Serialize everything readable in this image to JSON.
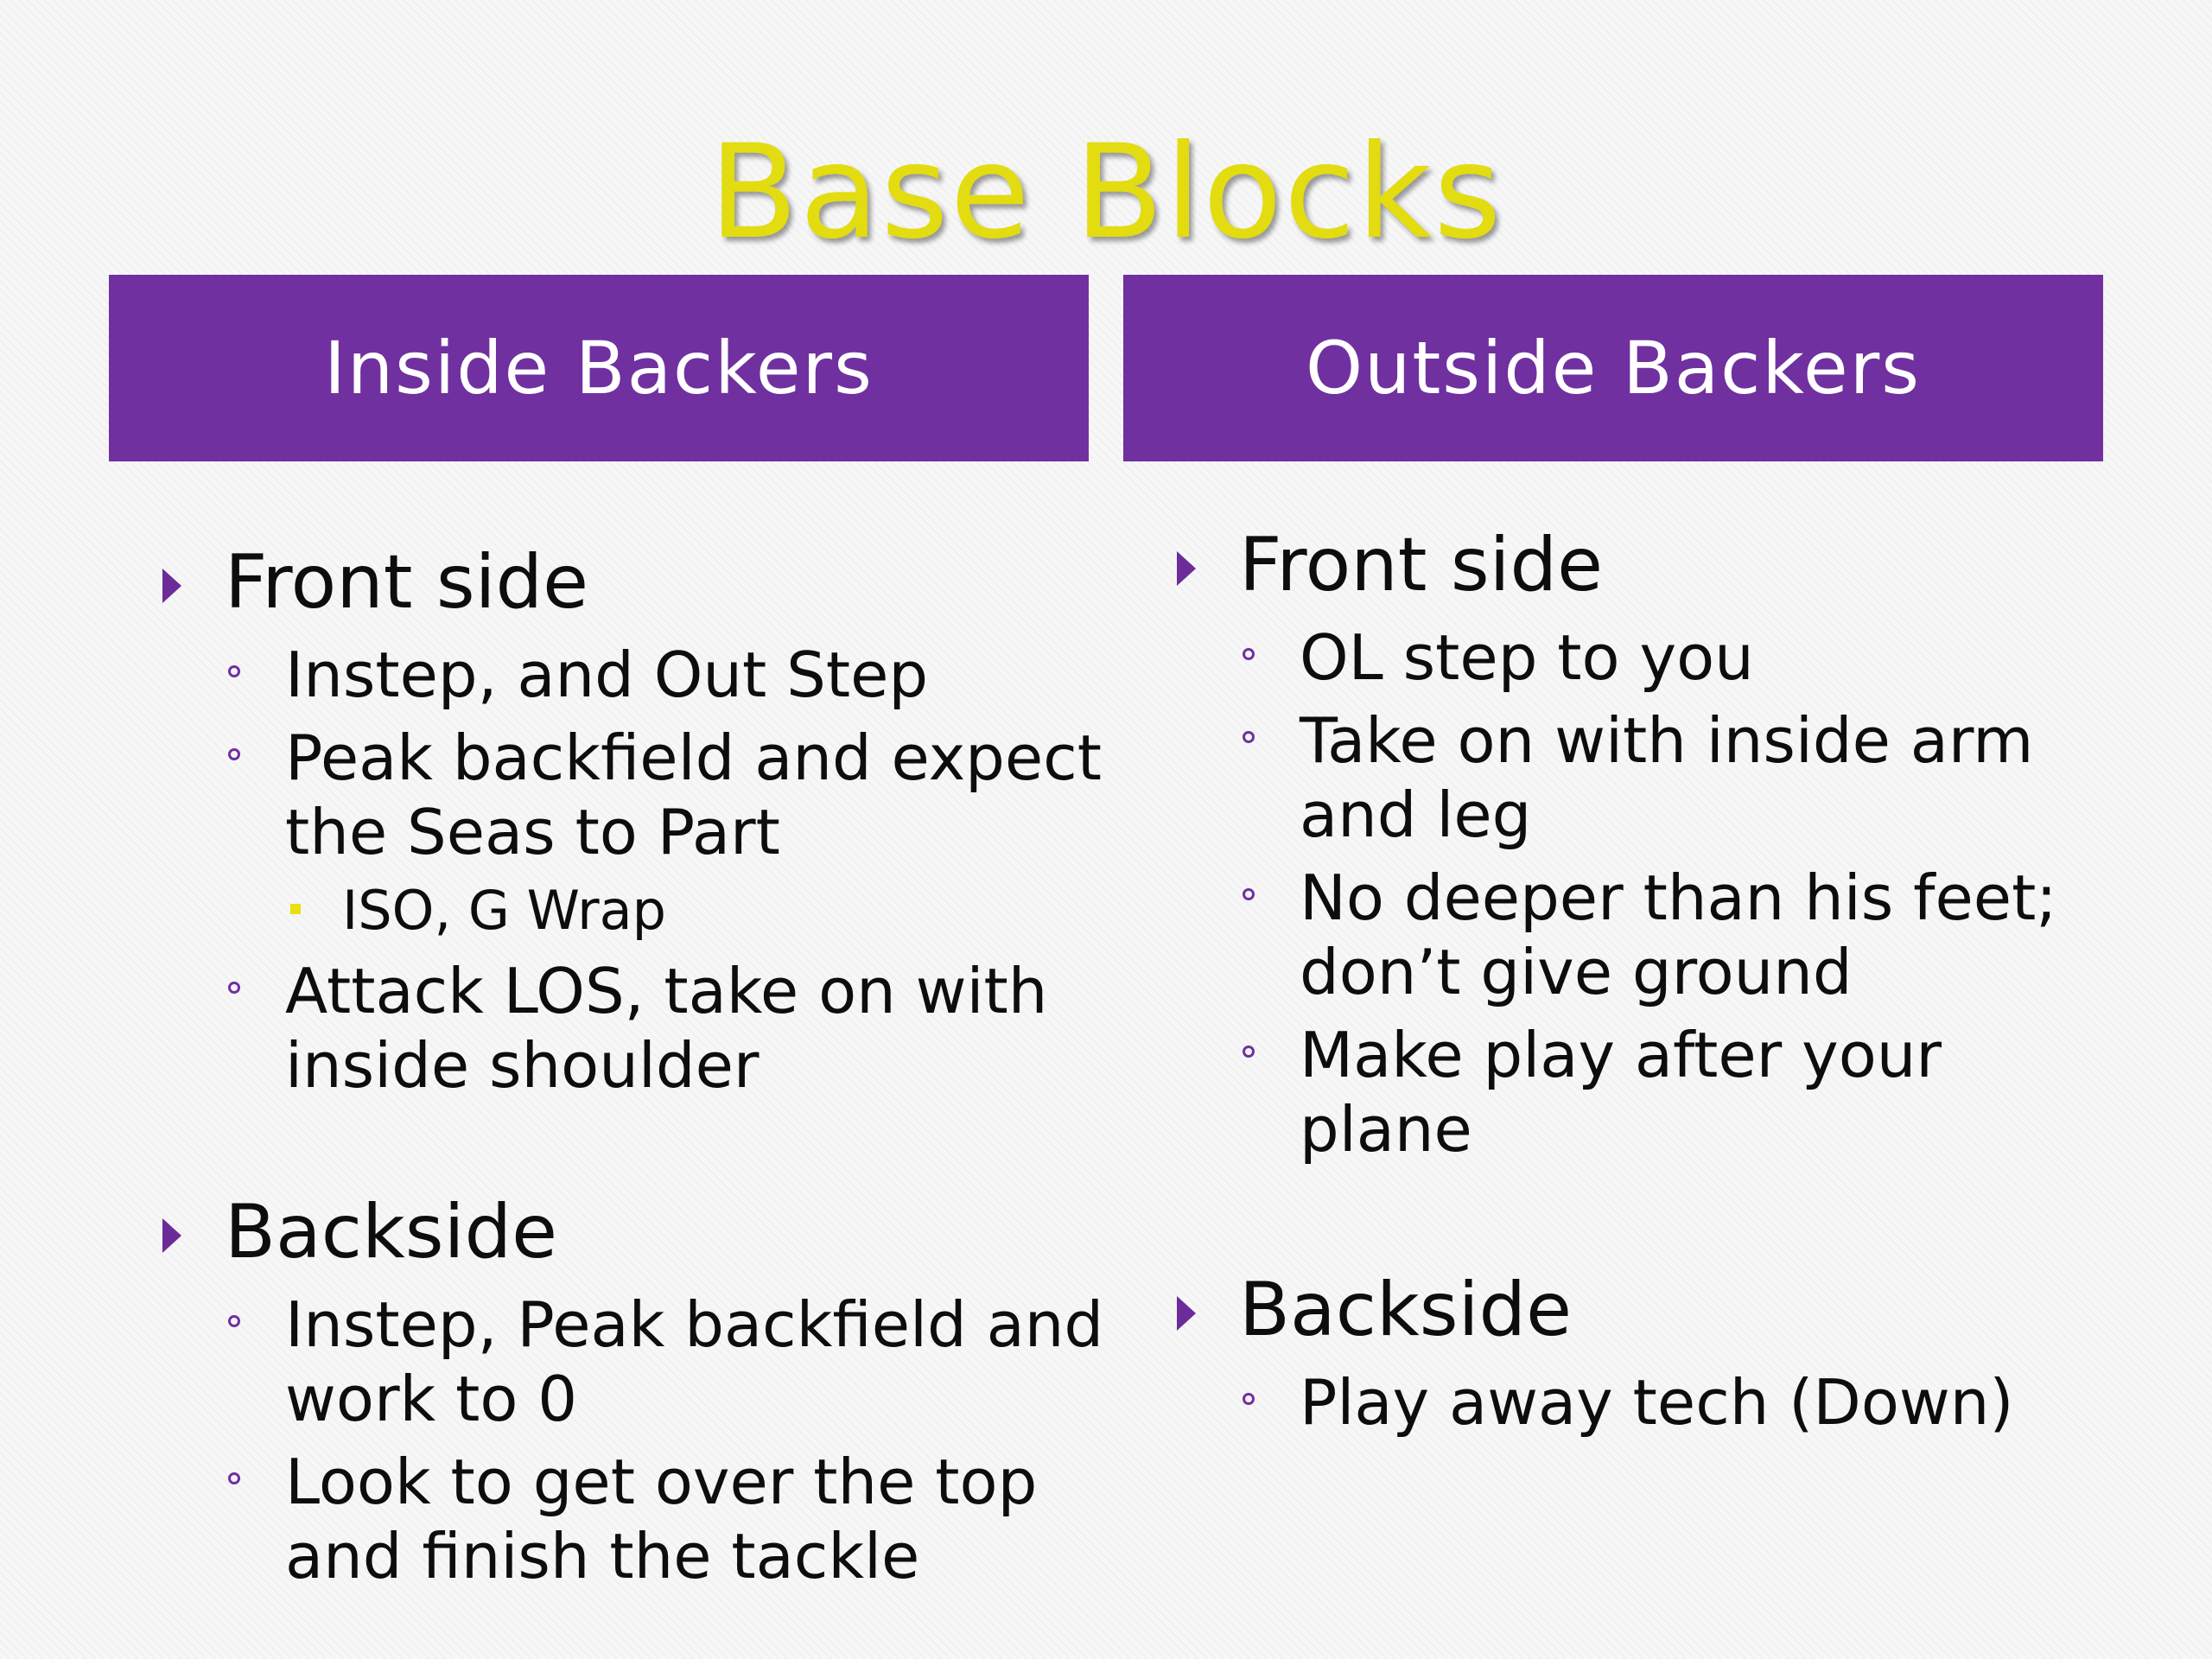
{
  "slide": {
    "title": "Base Blocks",
    "accent_color": "#7030a0",
    "title_color": "#e2dc10"
  },
  "headers": {
    "left": "Inside Backers",
    "right": "Outside Backers"
  },
  "left_column": [
    {
      "text": "Front side",
      "items": [
        {
          "text": "Instep, and Out Step"
        },
        {
          "text": "Peak backfield and expect the Seas to Part",
          "subitems": [
            "ISO, G Wrap"
          ]
        },
        {
          "text": "Attack LOS, take on with inside shoulder"
        }
      ]
    },
    {
      "text": "Backside",
      "items": [
        {
          "text": "Instep, Peak backfield and work to 0"
        },
        {
          "text": "Look to get over the top and finish the tackle"
        }
      ]
    }
  ],
  "right_column": [
    {
      "text": "Front side",
      "items": [
        {
          "text": "OL step to you"
        },
        {
          "text": "Take on with inside arm and leg"
        },
        {
          "text": "No deeper than his feet; don’t give ground"
        },
        {
          "text": "Make play after your plane"
        }
      ]
    },
    {
      "text": "Backside",
      "items": [
        {
          "text": "Play away tech (Down)"
        }
      ]
    }
  ]
}
